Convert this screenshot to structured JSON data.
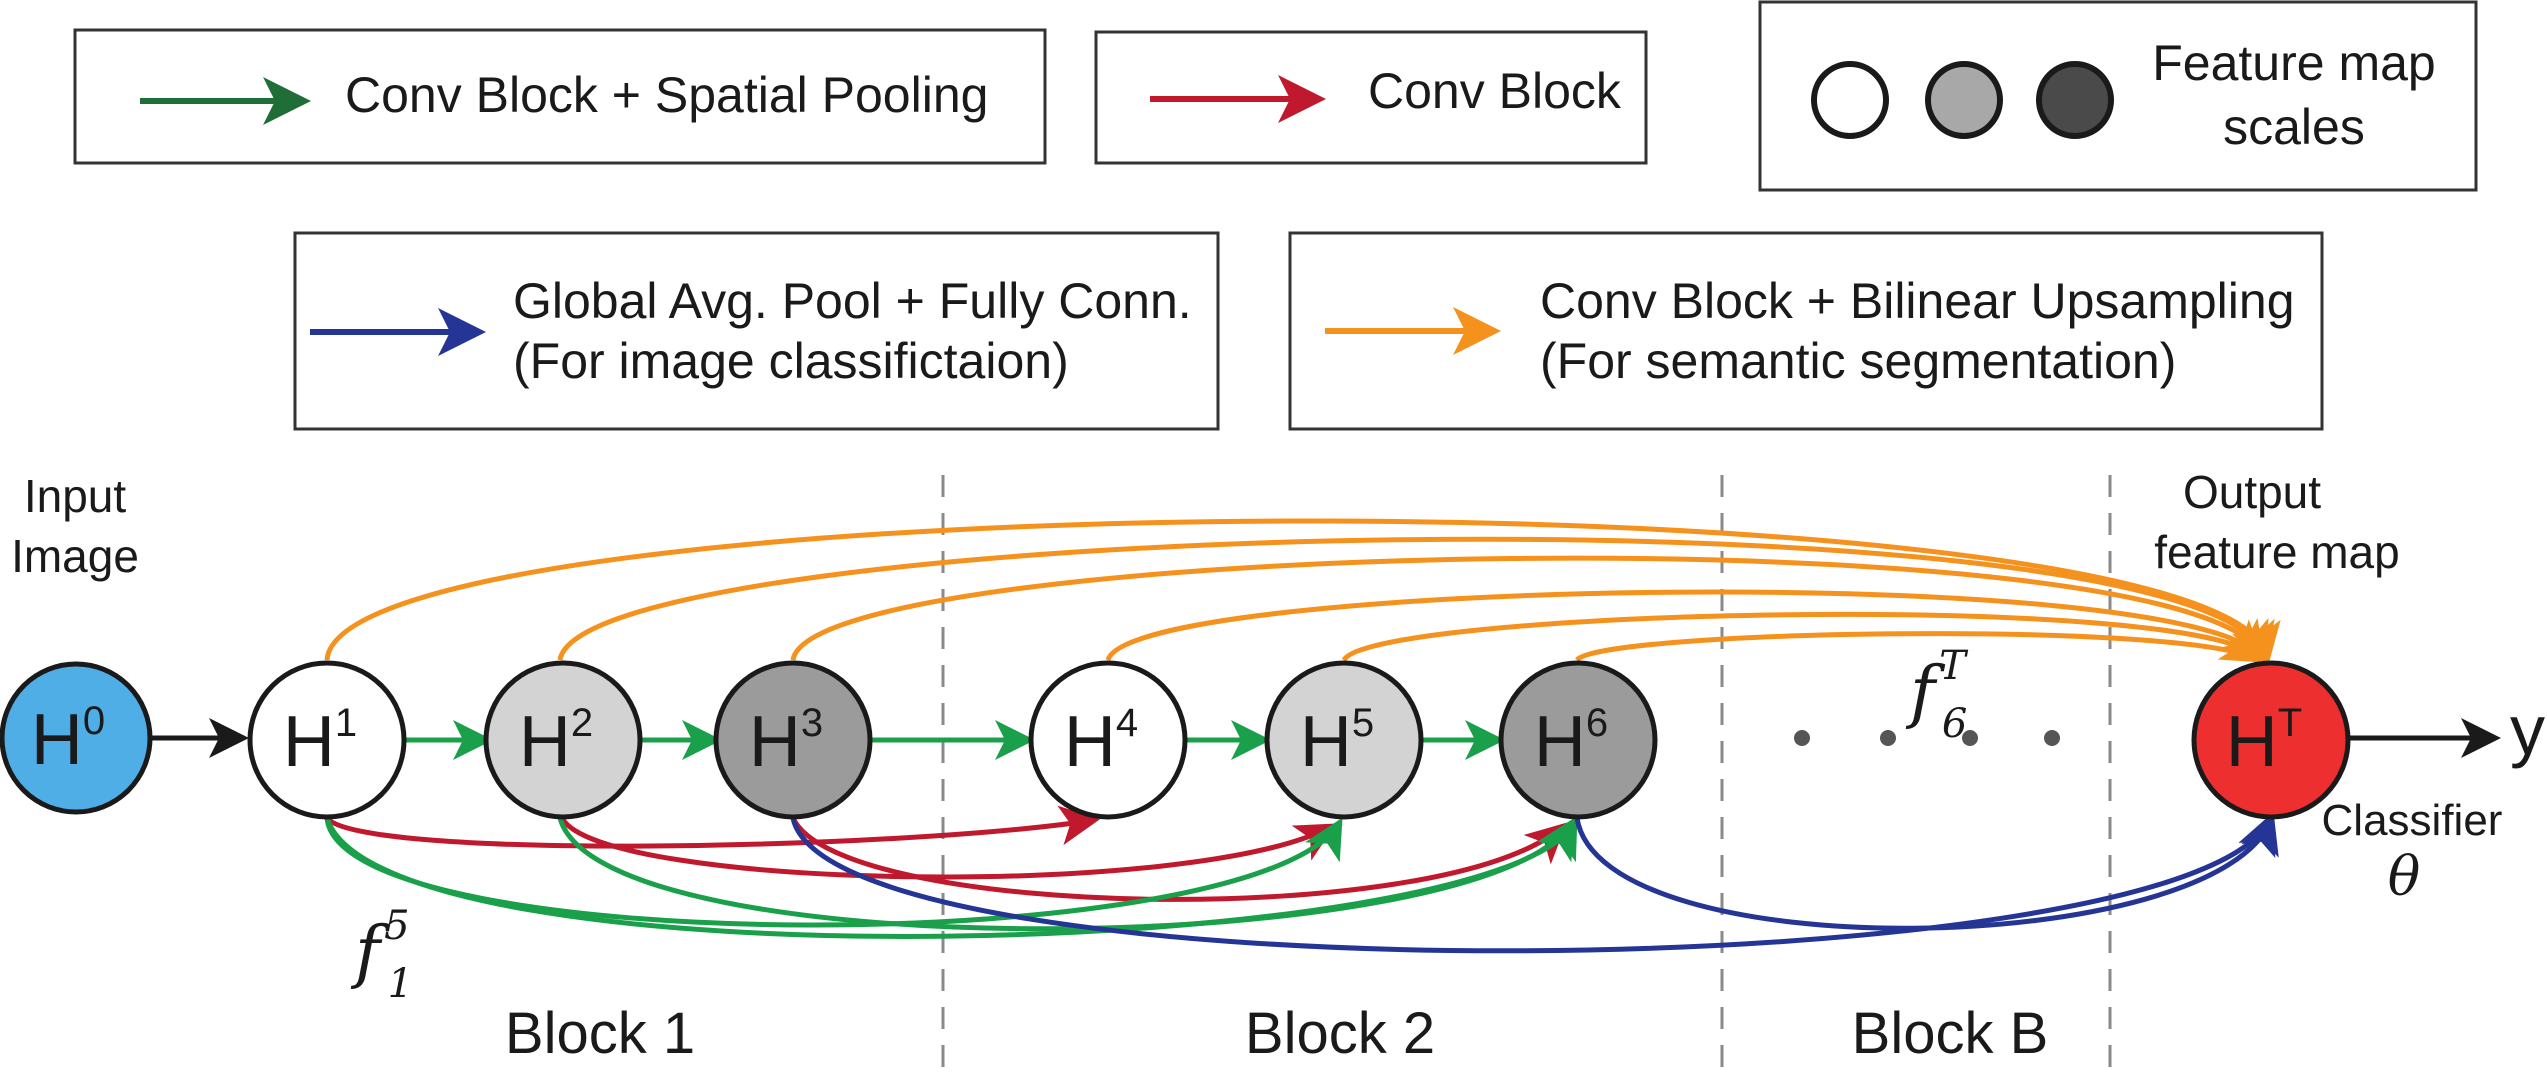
{
  "legend": {
    "conv_pool": "Conv Block + Spatial Pooling",
    "conv": "Conv Block",
    "scales": [
      "Feature map",
      "scales"
    ],
    "gap_fc": [
      "Global Avg. Pool + Fully Conn.",
      "(For image classifictaion)"
    ],
    "upsample": [
      "Conv Block + Bilinear Upsampling",
      "(For semantic segmentation)"
    ]
  },
  "nodes": {
    "h0": {
      "base": "H",
      "sup": "0"
    },
    "h1": {
      "base": "H",
      "sup": "1"
    },
    "h2": {
      "base": "H",
      "sup": "2"
    },
    "h3": {
      "base": "H",
      "sup": "3"
    },
    "h4": {
      "base": "H",
      "sup": "4"
    },
    "h5": {
      "base": "H",
      "sup": "5"
    },
    "h6": {
      "base": "H",
      "sup": "6"
    },
    "ht": {
      "base": "H",
      "sup": "T"
    }
  },
  "labels": {
    "input": [
      "Input",
      "Image"
    ],
    "output": [
      "Output",
      "feature map"
    ],
    "classifier": "Classifier",
    "theta": "θ",
    "y": "y",
    "f15": {
      "base": "f",
      "sup": "5",
      "sub": "1"
    },
    "f6t": {
      "base": "f",
      "sup": "T",
      "sub": "6"
    }
  },
  "blocks": [
    "Block 1",
    "Block 2",
    "Block B"
  ],
  "colors": {
    "green": "#1f6e37",
    "green_bright": "#1aa04a",
    "red": "#c0182d",
    "blue": "#253595",
    "orange": "#f5921e",
    "input_node": "#4faee6",
    "output_node": "#ee2f2f",
    "scale_light": "#d3d3d3",
    "scale_dark": "#9b9b9b"
  }
}
